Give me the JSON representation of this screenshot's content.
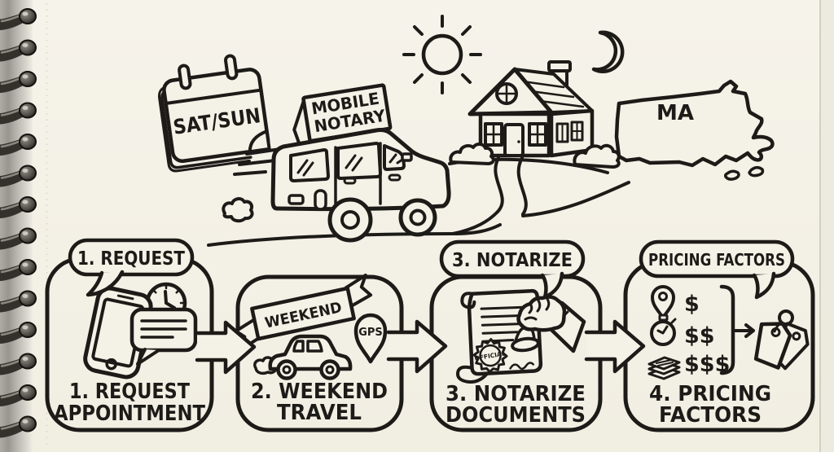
{
  "page": {
    "description": "hand-drawn mobile notary process sketch on a spiral notebook page",
    "paper_color": "#f4f1e6",
    "ink_color": "#1d1b18",
    "binding_color": "#34312c"
  },
  "scene": {
    "calendar_label": "SAT/SUN",
    "car_sign_line1": "MOBILE",
    "car_sign_line2": "NOTARY",
    "state_label": "MA",
    "icons": [
      "calendar-icon",
      "mobile-notary-car-icon",
      "sun-icon",
      "house-icon",
      "crescent-moon-icon",
      "massachusetts-map-icon"
    ]
  },
  "steps": [
    {
      "bubble_label": "1. REQUEST",
      "label_line1": "1. REQUEST",
      "label_line2": "APPOINTMENT",
      "icons": [
        "smartphone-icon",
        "chat-bubble-icon",
        "clock-icon"
      ]
    },
    {
      "banner_label": "WEEKEND",
      "gps_label": "GPS",
      "label_line1": "2. WEEKEND",
      "label_line2": "TRAVEL",
      "icons": [
        "ribbon-banner-icon",
        "small-car-icon",
        "gps-pin-icon"
      ]
    },
    {
      "bubble_label": "3. NOTARIZE",
      "seal_label": "OFFICIAL",
      "label_line1": "3. NOTARIZE",
      "label_line2": "DOCUMENTS",
      "icons": [
        "scroll-document-icon",
        "official-seal-icon",
        "hand-stamp-icon"
      ]
    },
    {
      "bubble_label": "PRICING FACTORS",
      "price_levels": [
        "$",
        "$$",
        "$$$"
      ],
      "label_line1": "4. PRICING",
      "label_line2": "FACTORS",
      "icons": [
        "location-pin-icon",
        "stopwatch-icon",
        "page-stack-icon",
        "bracket-icon",
        "arrow-icon",
        "price-tags-icon"
      ]
    }
  ]
}
